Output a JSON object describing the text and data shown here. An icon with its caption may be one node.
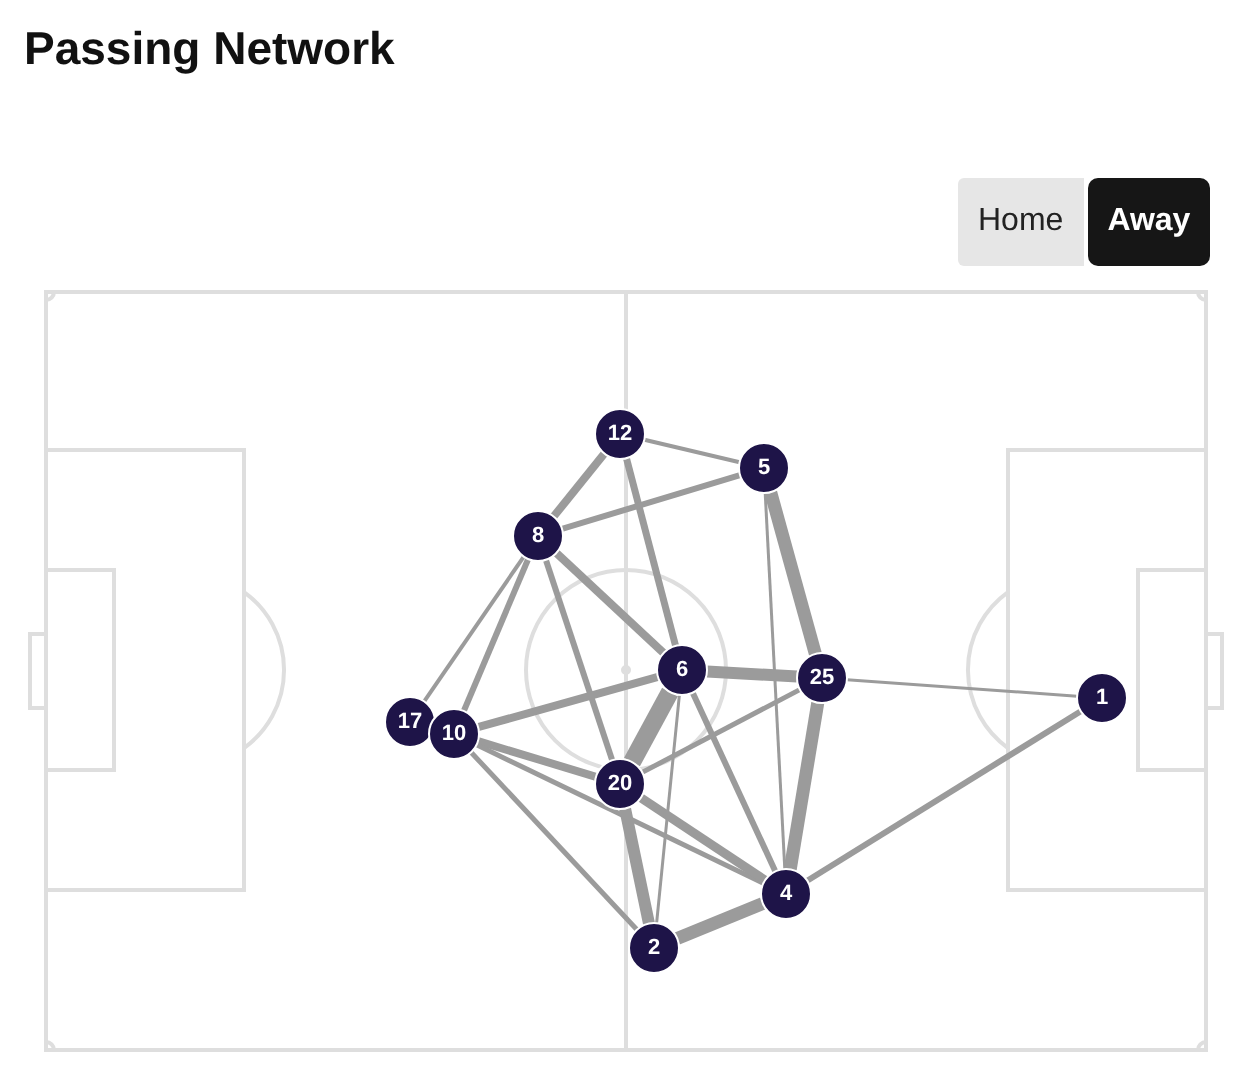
{
  "diagram": {
    "title": "Passing Network",
    "nodes": [
      {
        "text": [
          "12"
        ]
      },
      {
        "text": [
          "5"
        ]
      },
      {
        "text": [
          "8"
        ]
      },
      {
        "text": [
          "6"
        ]
      },
      {
        "text": [
          "25"
        ]
      },
      {
        "text": [
          "1"
        ]
      },
      {
        "text": [
          "17"
        ]
      },
      {
        "text": [
          "10"
        ]
      },
      {
        "text": [
          "20"
        ]
      },
      {
        "text": [
          "4"
        ]
      },
      {
        "text": [
          "2"
        ]
      }
    ],
    "edges": [
      {
        "from": 0,
        "to": 1,
        "arrow": "none"
      },
      {
        "from": 0,
        "to": 2,
        "arrow": "none"
      },
      {
        "from": 0,
        "to": 3,
        "arrow": "none"
      },
      {
        "from": 1,
        "to": 2,
        "arrow": "none"
      },
      {
        "from": 1,
        "to": 4,
        "arrow": "none",
        "style": "thick"
      },
      {
        "from": 1,
        "to": 9,
        "arrow": "none"
      },
      {
        "from": 2,
        "to": 6,
        "arrow": "none"
      },
      {
        "from": 2,
        "to": 7,
        "arrow": "none"
      },
      {
        "from": 2,
        "to": 3,
        "arrow": "none"
      },
      {
        "from": 2,
        "to": 8,
        "arrow": "none"
      },
      {
        "from": 3,
        "to": 4,
        "arrow": "none",
        "style": "thick"
      },
      {
        "from": 3,
        "to": 7,
        "arrow": "none"
      },
      {
        "from": 3,
        "to": 8,
        "arrow": "none",
        "style": "thick"
      },
      {
        "from": 3,
        "to": 10,
        "arrow": "none"
      },
      {
        "from": 3,
        "to": 9,
        "arrow": "none"
      },
      {
        "from": 4,
        "to": 5,
        "arrow": "none"
      },
      {
        "from": 4,
        "to": 8,
        "arrow": "none"
      },
      {
        "from": 4,
        "to": 9,
        "arrow": "none",
        "style": "thick"
      },
      {
        "from": 7,
        "to": 8,
        "arrow": "none"
      },
      {
        "from": 7,
        "to": 9,
        "arrow": "none"
      },
      {
        "from": 7,
        "to": 10,
        "arrow": "none"
      },
      {
        "from": 8,
        "to": 9,
        "arrow": "none"
      },
      {
        "from": 8,
        "to": 10,
        "arrow": "none",
        "style": "thick"
      },
      {
        "from": 10,
        "to": 9,
        "arrow": "none",
        "style": "thick"
      },
      {
        "from": 9,
        "to": 5,
        "arrow": "none"
      }
    ],
    "labels": [
      "Home",
      "Away"
    ]
  }
}
